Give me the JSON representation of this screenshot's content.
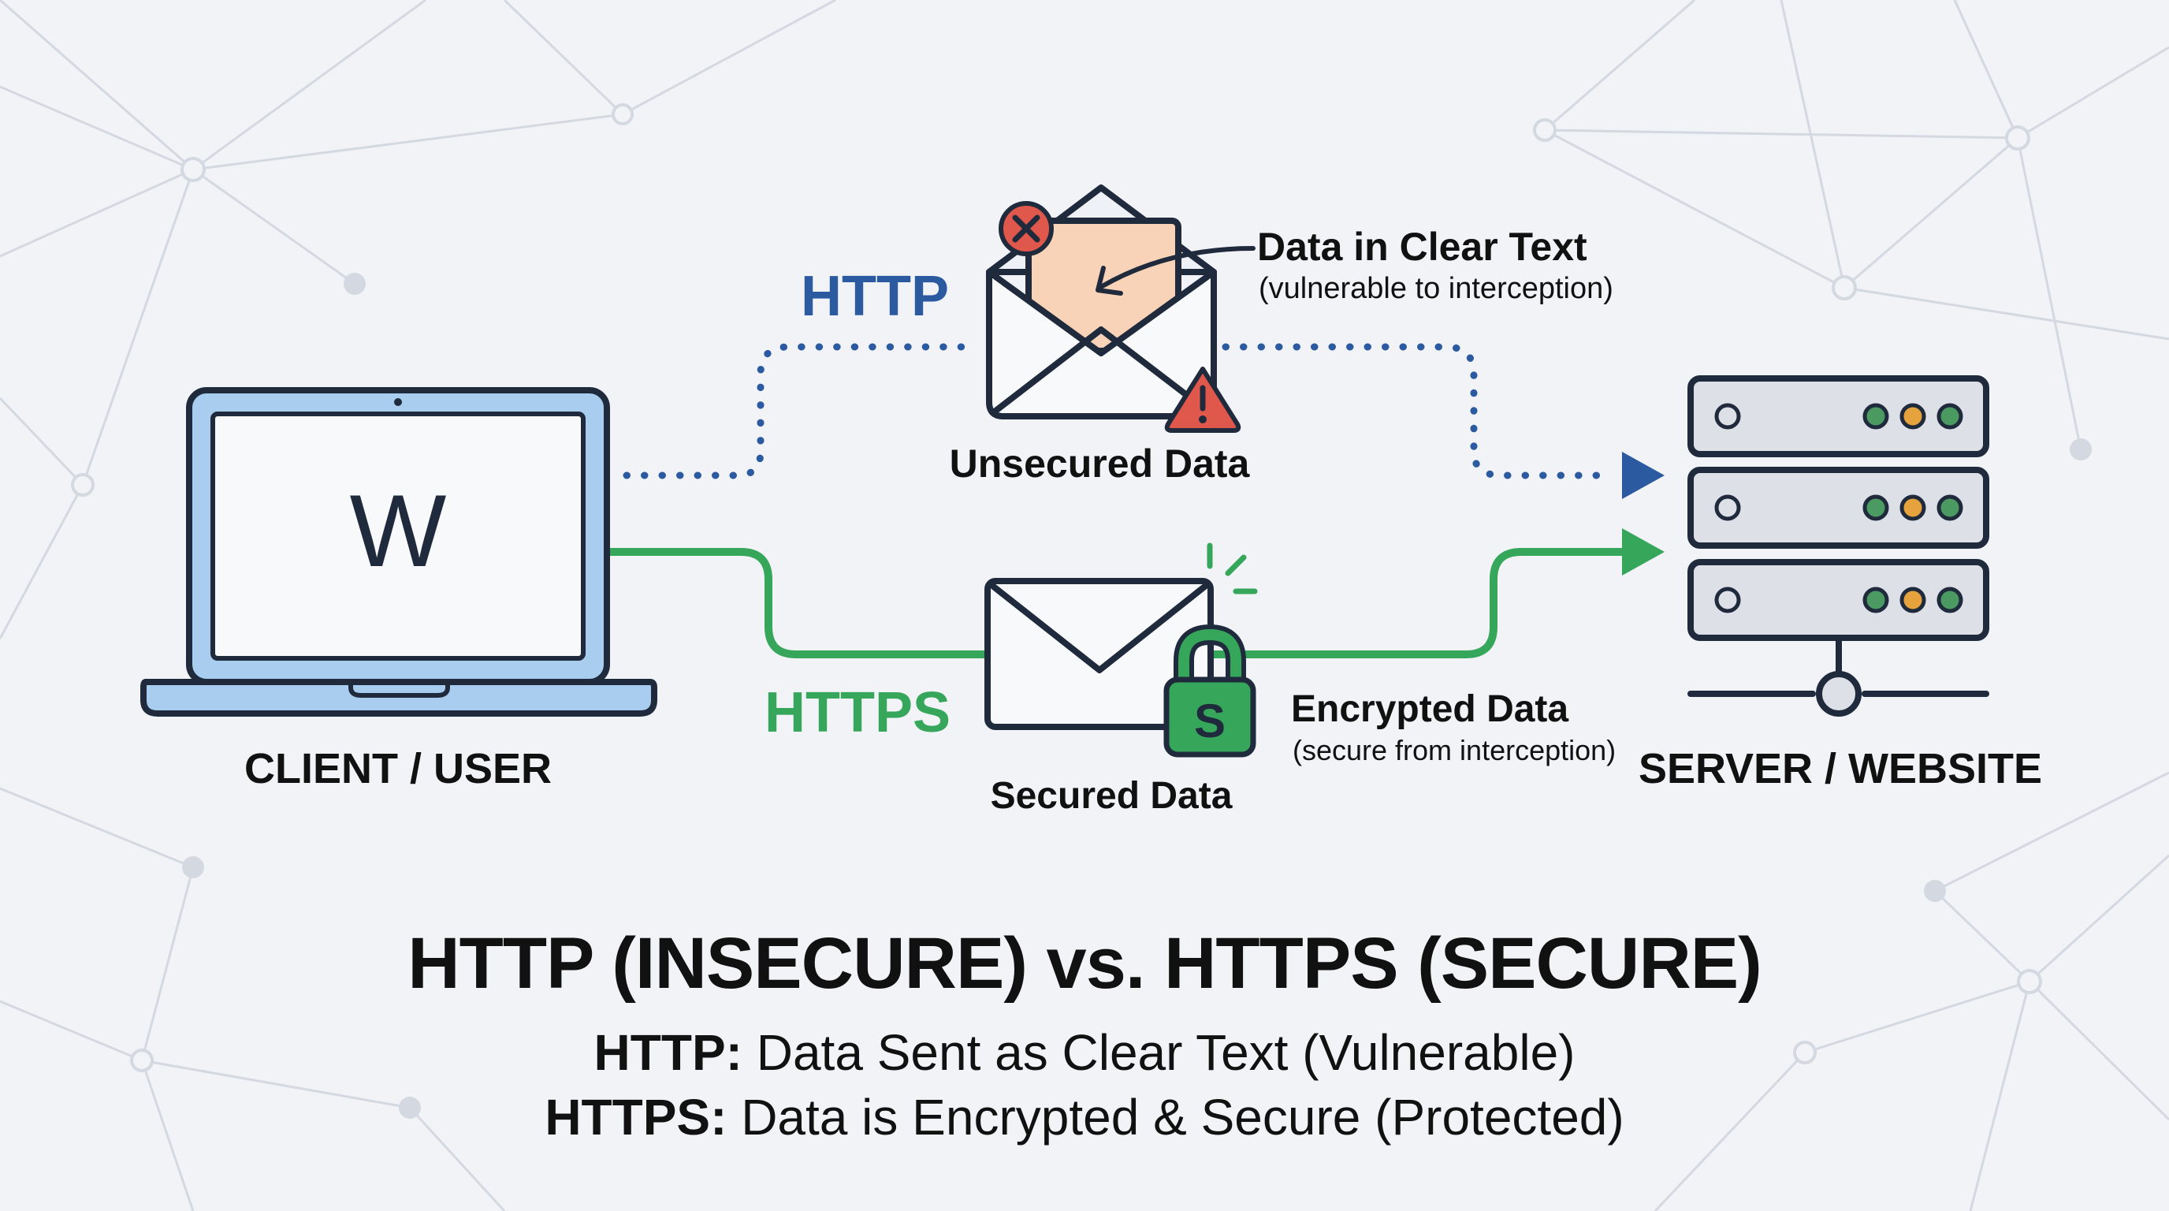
{
  "client": {
    "label": "CLIENT / USER",
    "screen_glyph": "W"
  },
  "server": {
    "label": "SERVER / WEBSITE"
  },
  "http": {
    "protocol_label": "HTTP",
    "envelope_caption": "Unsecured Data",
    "callout_title": "Data in Clear Text",
    "callout_subtitle": "(vulnerable to interception)",
    "color": "#2b5aa0"
  },
  "https": {
    "protocol_label": "HTTPS",
    "envelope_caption": "Secured Data",
    "callout_title": "Encrypted Data",
    "callout_subtitle": "(secure from interception)",
    "lock_glyph": "S",
    "color": "#35a65a"
  },
  "footer": {
    "title": "HTTP (INSECURE) vs. HTTPS (SECURE)",
    "line1_label": "HTTP:",
    "line1_text": " Data Sent as Clear Text (Vulnerable)",
    "line2_label": "HTTPS:",
    "line2_text": " Data is Encrypted & Secure (Protected)"
  },
  "icons": [
    "laptop-icon",
    "open-envelope-icon",
    "error-x-icon",
    "warning-triangle-icon",
    "closed-envelope-icon",
    "padlock-icon",
    "server-rack-icon"
  ],
  "colors": {
    "background": "#f1f3f7",
    "outline": "#1f2a3c",
    "laptop_fill": "#a9cdee",
    "error_red": "#e0584c",
    "led_green": "#4a9a62",
    "led_orange": "#e6a23c"
  }
}
